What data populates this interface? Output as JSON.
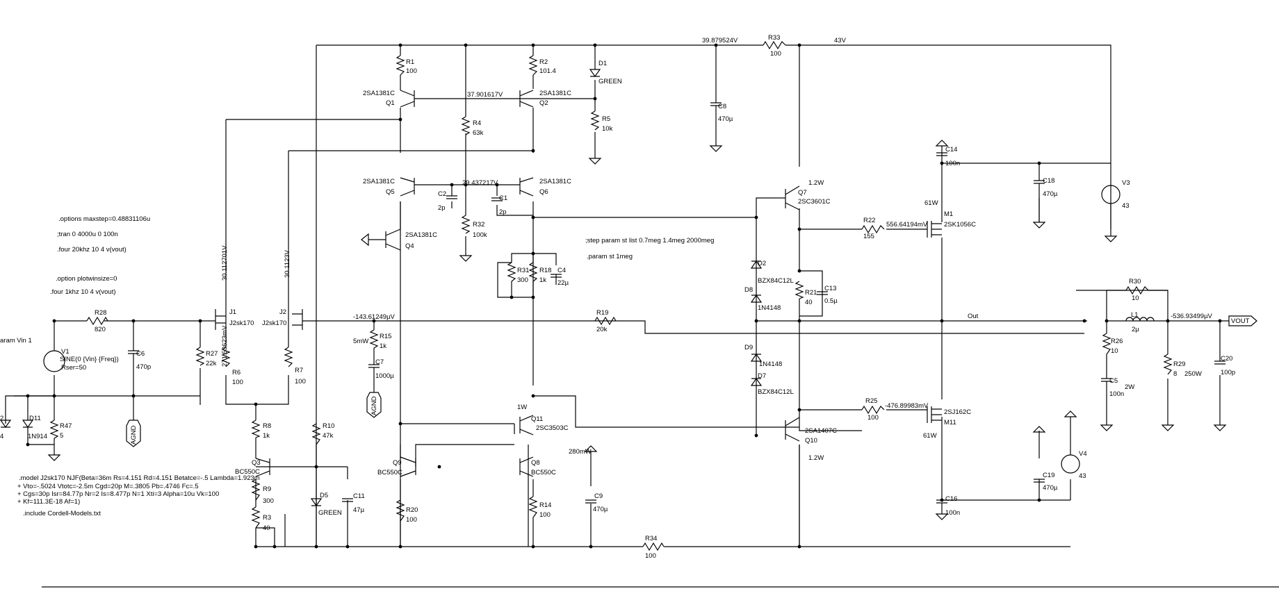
{
  "labels": {
    "n_39v": "39.879524V",
    "r33": "R33",
    "r33_v": "100",
    "n_43v": "43V",
    "r1": "R1",
    "r1_v": "100",
    "r2": "R2",
    "r2_v": "101.4",
    "d1": "D1",
    "d1_v": "GREEN",
    "q1_m": "2SA1381C",
    "q1": "Q1",
    "q2_m": "2SA1381C",
    "q2": "Q2",
    "n_37v": "37.901617V",
    "r4": "R4",
    "r4_v": "63k",
    "r5": "R5",
    "r5_v": "10k",
    "c8": "C8",
    "c8_v": "470µ",
    "c14": "C14",
    "c14_v": "100n",
    "c18": "C18",
    "c18_v": "470µ",
    "v3": "V3",
    "v3_v": "43",
    "q5_m": "2SA1381C",
    "q5": "Q5",
    "q6_m": "2SA1381C",
    "q6": "Q6",
    "n_29v": "29.437217V",
    "c2": "C2",
    "c2_v": "2p",
    "c1": "C1",
    "c1_v": "2p",
    "q7_w": "1.2W",
    "q7": "Q7",
    "q7_m": "2SC3601C",
    "m1_w": "61W",
    "m1": "M1",
    "m1_m": "2SK1056C",
    "r22": "R22",
    "r22_v": "155",
    "n_556": "556.64194mV",
    "opt1": ".options maxstep=0.48831106u",
    "opt2": ";tran 0 4000u 0 100n",
    "opt3": ".four 20khz 10 4 v(vout)",
    "opt4": ".option plotwinsize=0",
    "opt5": ".four 1khz 10 4 v(vout)",
    "q4_m": "2SA1381C",
    "q4": "Q4",
    "r32": "R32",
    "r32_v": "100k",
    "step": ";step param st list 0.7meg  1.4meg 2000meg",
    "param": ".param st 1meg",
    "n_30a": "30.112701V",
    "n_30b": "30.1123V",
    "r31": "R31",
    "r31_v": "300",
    "r18": "R18",
    "r18_v": "1k",
    "c4": "C4",
    "c4_v": "22µ",
    "d2": "D2",
    "d2_m": "BZX84C12L",
    "d8": "D8",
    "d8_m": "1N4148",
    "r21": "R21",
    "r21_v": "40",
    "c13": "C13",
    "c13_v": "0.5µ",
    "r30": "R30",
    "r30_v": "10",
    "l1": "L1",
    "l1_v": "2µ",
    "n_out": "Out",
    "n_536": "-536.93499µV",
    "vout": "VOUT",
    "r28": "R28",
    "r28_v": "820",
    "j1": "J1",
    "j1_m": "J2sk170",
    "j2": "J2",
    "j2_m": "J2sk170",
    "n_143": "-143.61249µV",
    "r19": "R19",
    "r19_v": "20k",
    "param_vin": "aram Vin 1",
    "r15_w": "5mW",
    "r15": "R15",
    "r15_v": "1k",
    "v1": "V1",
    "v1_m": "SINE(0 {Vin} {Freq})",
    "v1_r": "Rser=50",
    "c6": "C6",
    "c6_v": "470p",
    "r27": "R27",
    "r27_v": "22k",
    "n_271": "271.53623mV",
    "r6": "R6",
    "r6_v": "100",
    "r7": "R7",
    "r7_v": "100",
    "c7": "C7",
    "c7_v": "1000µ",
    "d9": "D9",
    "d9_m": "1N4148",
    "d7": "D7",
    "d7_m": "BZX84C12L",
    "r26": "R26",
    "r26_v": "10",
    "r29": "R29",
    "r29_v": "8",
    "r29_w": "250W",
    "c20": "C20",
    "c20_v": "100p",
    "c5": "C5",
    "c5_v": "100n",
    "c5_w": "2W",
    "d11": "D11",
    "d11_m": "1N914",
    "d_left": "2",
    "d_left_v": "4",
    "r47": "R47",
    "r47_v": "5",
    "agnd": "AGND",
    "q11_w": "1W",
    "q11": "Q11",
    "q11_m": "2SC3503C",
    "r8": "R8",
    "r8_v": "1k",
    "r10": "R10",
    "r10_v": "47k",
    "q10_m": "2SA1407C",
    "q10": "Q10",
    "q10_w": "1.2W",
    "r25": "R25",
    "r25_v": "100",
    "n_476": "-476.89983mV",
    "m11_m": "2SJ162C",
    "m11": "M11",
    "m11_w": "61W",
    "model1": ".model J2sk170 NJF(Beta=36m Rs=4.151 Rd=4.151 Betatce=-.5 Lambda=1.923m",
    "model2": "+ Vto=-.5024 Vtotc=-2.5m Cgd=20p M=.3805 Pb=.4746 Fc=.5",
    "model3": "+ Cgs=30p Isr=84.77p Nr=2 Is=8.477p N=1 Xti=3 Alpha=10u Vk=100",
    "model4": "+ Kf=111.3E-18 Af=1)",
    "include": ".include Cordell-Models.txt",
    "q3": "Q3",
    "q3_m": "BC550C",
    "q9": "Q9",
    "q9_m": "BC550C",
    "q8": "Q8",
    "q8_m": "BC550C",
    "r9": "R9",
    "r9_v": "300",
    "r3": "R3",
    "r3_v": "40",
    "d5": "D5",
    "d5_v": "GREEN",
    "c11": "C11",
    "c11_v": "47µ",
    "r20": "R20",
    "r20_v": "100",
    "r14": "R14",
    "r14_v": "100",
    "c9_w": "280mW",
    "c9": "C9",
    "c9_v": "470µ",
    "c19": "C19",
    "c19_v": "470µ",
    "v4": "V4",
    "v4_v": "43",
    "c16": "C16",
    "c16_v": "100n",
    "r34": "R34",
    "r34_v": "100"
  }
}
